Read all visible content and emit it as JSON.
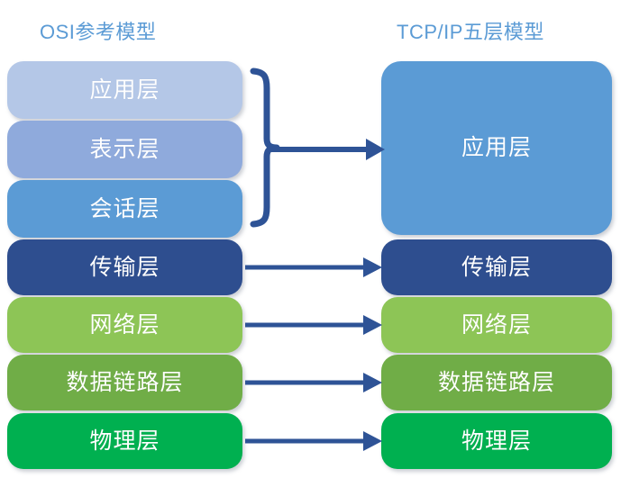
{
  "headings": {
    "left": "OSI参考模型",
    "right": "TCP/IP五层模型",
    "color": "#5B9BD5"
  },
  "palette": {
    "application_light": "#B4C7E7",
    "presentation": "#8FAADC",
    "session": "#5B9BD5",
    "transport": "#2E4E8F",
    "network": "#8DC556",
    "datalink": "#70AD47",
    "physical": "#00B050",
    "arrow": "#2E5396",
    "brace": "#2E5396",
    "box_text": "#FFFFFF",
    "background": "#FFFFFF"
  },
  "osi_model": {
    "name": "OSI参考模型",
    "layers": [
      {
        "label": "应用层",
        "color": "#B4C7E7"
      },
      {
        "label": "表示层",
        "color": "#8FAADC"
      },
      {
        "label": "会话层",
        "color": "#5B9BD5"
      },
      {
        "label": "传输层",
        "color": "#2E4E8F"
      },
      {
        "label": "网络层",
        "color": "#8DC556"
      },
      {
        "label": "数据链路层",
        "color": "#70AD47"
      },
      {
        "label": "物理层",
        "color": "#00B050"
      }
    ]
  },
  "tcpip_model": {
    "name": "TCP/IP五层模型",
    "layers": [
      {
        "label": "应用层",
        "color": "#5B9BD5"
      },
      {
        "label": "传输层",
        "color": "#2E4E8F"
      },
      {
        "label": "网络层",
        "color": "#8DC556"
      },
      {
        "label": "数据链路层",
        "color": "#70AD47"
      },
      {
        "label": "物理层",
        "color": "#00B050"
      }
    ]
  },
  "mappings": [
    {
      "from": [
        "应用层",
        "表示层",
        "会话层"
      ],
      "to": "应用层",
      "connector": "brace-arrow"
    },
    {
      "from": [
        "传输层"
      ],
      "to": "传输层",
      "connector": "arrow"
    },
    {
      "from": [
        "网络层"
      ],
      "to": "网络层",
      "connector": "arrow"
    },
    {
      "from": [
        "数据链路层"
      ],
      "to": "数据链路层",
      "connector": "arrow"
    },
    {
      "from": [
        "物理层"
      ],
      "to": "物理层",
      "connector": "arrow"
    }
  ]
}
